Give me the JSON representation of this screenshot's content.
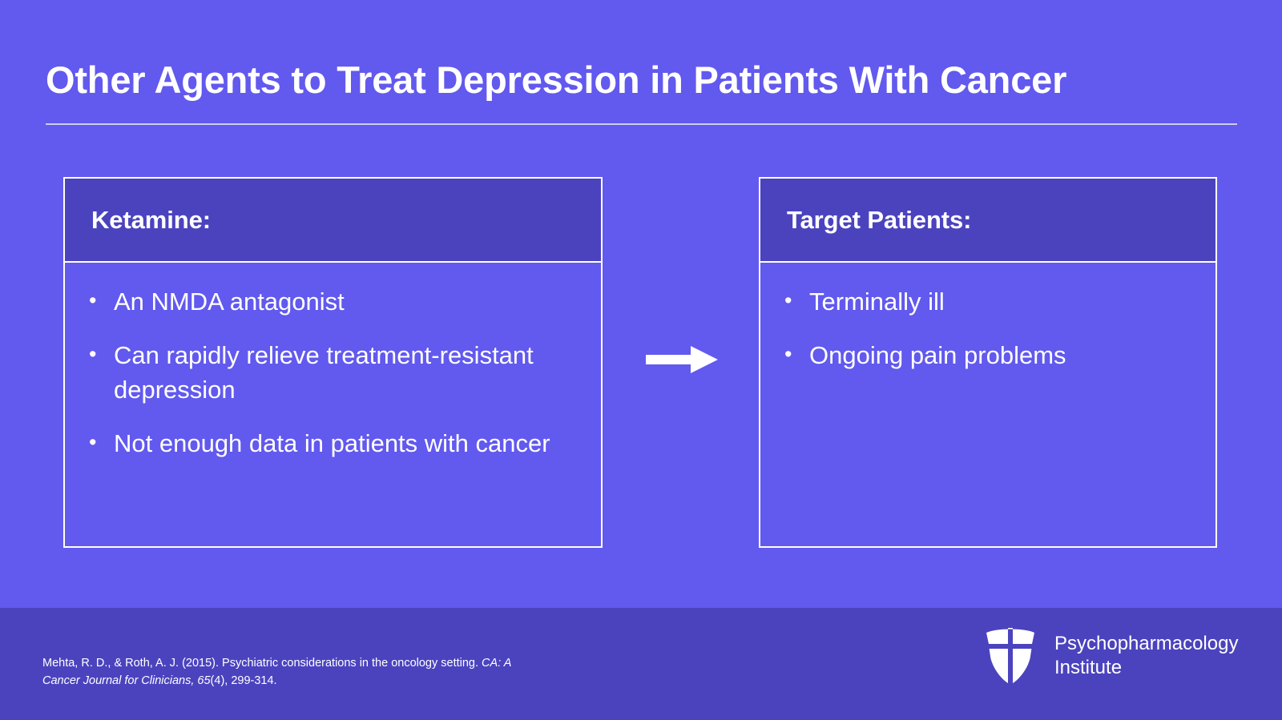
{
  "slide": {
    "title": "Other Agents to Treat Depression in Patients With Cancer",
    "background_color": "#6259EE",
    "panel_header_color": "#4B43BE",
    "text_color": "#FFFFFF"
  },
  "left_box": {
    "header": "Ketamine:",
    "bullets": [
      "An NMDA antagonist",
      "Can rapidly relieve treatment-resistant depression",
      "Not enough data in patients with cancer"
    ]
  },
  "right_box": {
    "header": "Target Patients:",
    "bullets": [
      "Terminally ill",
      "Ongoing pain problems"
    ]
  },
  "connector": {
    "icon": "arrow-right-icon"
  },
  "footer": {
    "citation_line1": "Mehta, R. D., & Roth, A. J. (2015). Psychiatric considerations in the oncology",
    "citation_line2_prefix": "setting. ",
    "citation_line2_italic": "CA: A Cancer Journal for Clinicians, 65",
    "citation_line2_suffix": "(4), 299-314.",
    "logo_icon": "shield-logo-icon",
    "logo_line1": "Psychopharmacology",
    "logo_line2": "Institute"
  }
}
